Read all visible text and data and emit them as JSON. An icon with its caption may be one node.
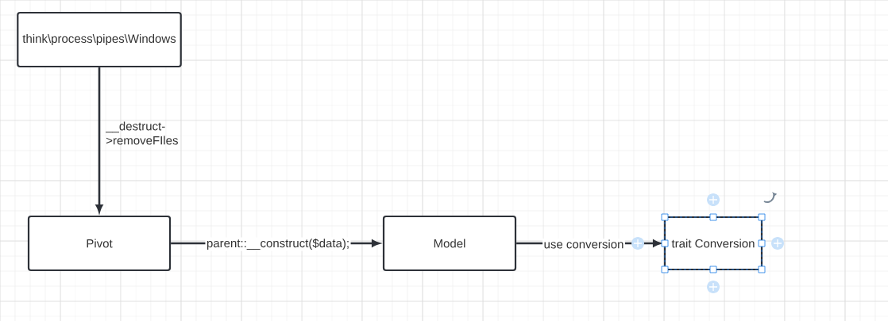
{
  "diagram": {
    "nodes": [
      {
        "text": [
          "think\\process\\pipes\\Windows"
        ]
      },
      {
        "text": [
          "Pivot"
        ]
      },
      {
        "text": [
          "Model"
        ]
      },
      {
        "text": [
          "trait Conversion"
        ]
      }
    ],
    "edges": [
      {
        "from": 0,
        "to": 1,
        "arrow": "to",
        "label": "__destruct->removeFIles"
      },
      {
        "from": 1,
        "to": 2,
        "arrow": "to",
        "label": "parent::__construct($data);"
      },
      {
        "from": 2,
        "to": 3,
        "arrow": "to",
        "label": "use conversion"
      }
    ]
  }
}
